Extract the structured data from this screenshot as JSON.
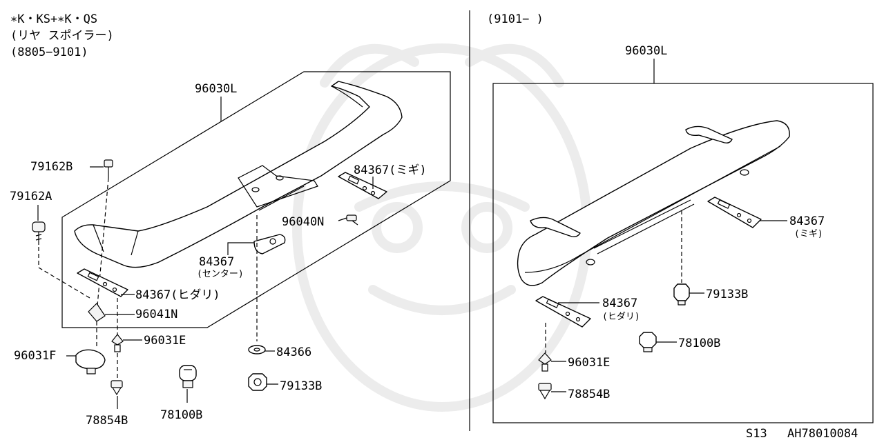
{
  "left_panel": {
    "title_line1": "∗K・KS+∗K・QS",
    "title_line2": "(リヤ スポイラー)",
    "title_line3": "(8805−9101)",
    "labels": {
      "p96030L": "96030L",
      "p79162B": "79162B",
      "p79162A": "79162A",
      "p84367_right": "84367(ミギ)",
      "p96040N": "96040N",
      "p84367_center": "84367",
      "p84367_center_sub": "(センター)",
      "p84367_left": "84367(ヒダリ)",
      "p96041N": "96041N",
      "p96031E": "96031E",
      "p96031F": "96031F",
      "p84366": "84366",
      "p79133B": "79133B",
      "p78854B": "78854B",
      "p78100B": "78100B"
    }
  },
  "right_panel": {
    "title": "(9101−      )",
    "labels": {
      "p96030L": "96030L",
      "p84367_right": "84367",
      "p84367_right_sub": "(ミギ)",
      "p79133B": "79133B",
      "p84367_left": "84367",
      "p84367_left_sub": "(ヒダリ)",
      "p78100B": "78100B",
      "p96031E": "96031E",
      "p78854B": "78854B"
    }
  },
  "footer": {
    "model_code": "S13",
    "diagram_code": "AH78010084"
  }
}
